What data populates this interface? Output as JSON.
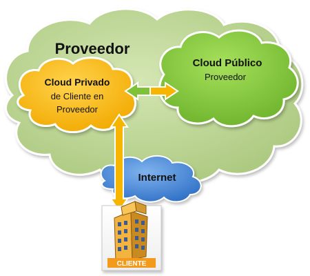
{
  "provider_cloud": {
    "label": "Proveedor",
    "color": "#b9d391"
  },
  "public_cloud": {
    "title": "Cloud Público",
    "subtitle": "Proveedor",
    "color": "#7ec23a"
  },
  "private_cloud": {
    "line1": "Cloud Privado",
    "line2": "de Cliente en",
    "line3": "Proveedor",
    "color": "#f7b500"
  },
  "internet_cloud": {
    "label": "Internet",
    "color": "#3d7fd1"
  },
  "client": {
    "label": "CLIENTE",
    "building_icon": "office-building-icon"
  },
  "connectors": {
    "private_public": "double-arrow-horizontal",
    "client_private": "double-arrow-vertical"
  },
  "colors": {
    "arrow_fill": "#f7b500",
    "arrow_stroke": "#ffffff",
    "green_arrow": "#7ec23a",
    "client_label_bg": "#f39a1e"
  }
}
